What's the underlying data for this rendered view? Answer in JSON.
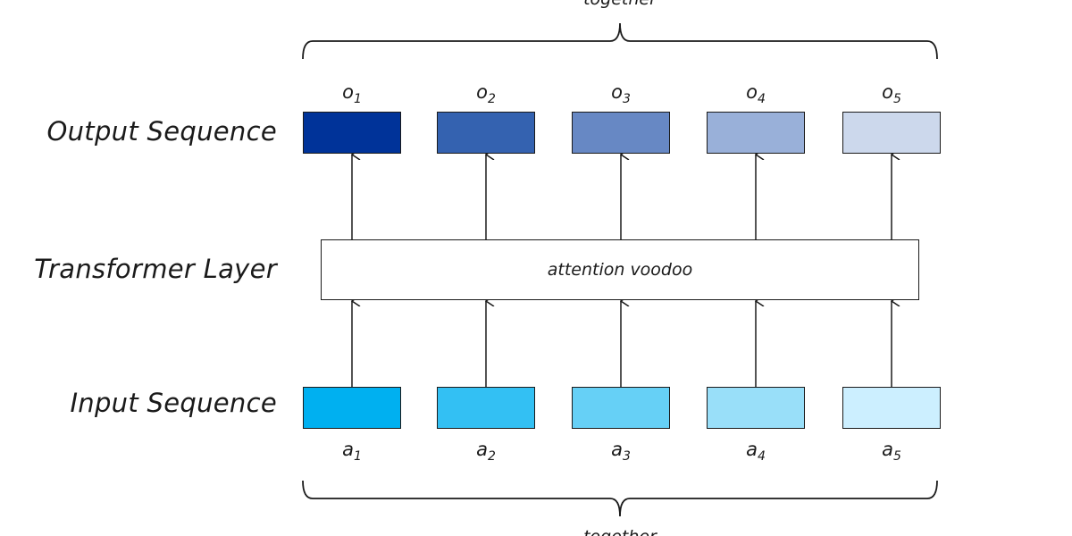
{
  "labels": {
    "output_sequence": "Output Sequence",
    "transformer_layer": "Transformer Layer",
    "input_sequence": "Input Sequence"
  },
  "layer_text": "attention voodoo",
  "top_brace_text": "together",
  "bottom_brace_text": "together",
  "outputs": [
    {
      "letter": "o",
      "sub": "1",
      "color": "#003399"
    },
    {
      "letter": "o",
      "sub": "2",
      "color": "#3462b0"
    },
    {
      "letter": "o",
      "sub": "3",
      "color": "#6788c4"
    },
    {
      "letter": "o",
      "sub": "4",
      "color": "#99b0d9"
    },
    {
      "letter": "o",
      "sub": "5",
      "color": "#ccd8ec"
    }
  ],
  "inputs": [
    {
      "letter": "a",
      "sub": "1",
      "color": "#00b0f0"
    },
    {
      "letter": "a",
      "sub": "2",
      "color": "#33c0f3"
    },
    {
      "letter": "a",
      "sub": "3",
      "color": "#66d0f6"
    },
    {
      "letter": "a",
      "sub": "4",
      "color": "#99dff9"
    },
    {
      "letter": "a",
      "sub": "5",
      "color": "#ccefff"
    }
  ]
}
